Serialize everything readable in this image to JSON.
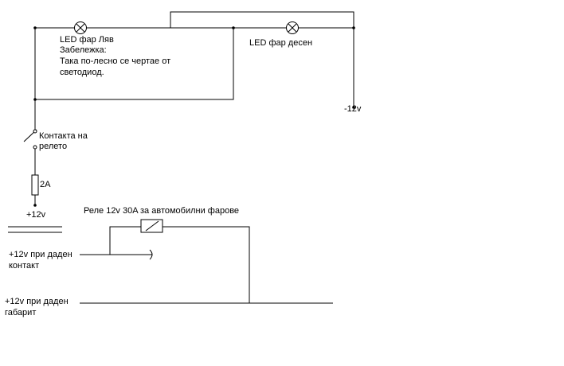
{
  "labels": {
    "lamp_left": "LED фар Ляв",
    "note_title": "Забележка:",
    "note_line1": "Така по-лесно се чертае от",
    "note_line2": "светодиод.",
    "lamp_right": "LED фар десен",
    "minus12": "-12v",
    "contact_line1": "Контакта на",
    "contact_line2": "релето",
    "fuse": "2A",
    "plus12": "+12v",
    "relay": "Реле 12v 30A за автомобилни фарове",
    "ignition_line1": "+12v при даден",
    "ignition_line2": "контакт",
    "parking_line1": "+12v при даден",
    "parking_line2": "габарит"
  },
  "colors": {
    "line": "#000000",
    "background": "#ffffff"
  }
}
